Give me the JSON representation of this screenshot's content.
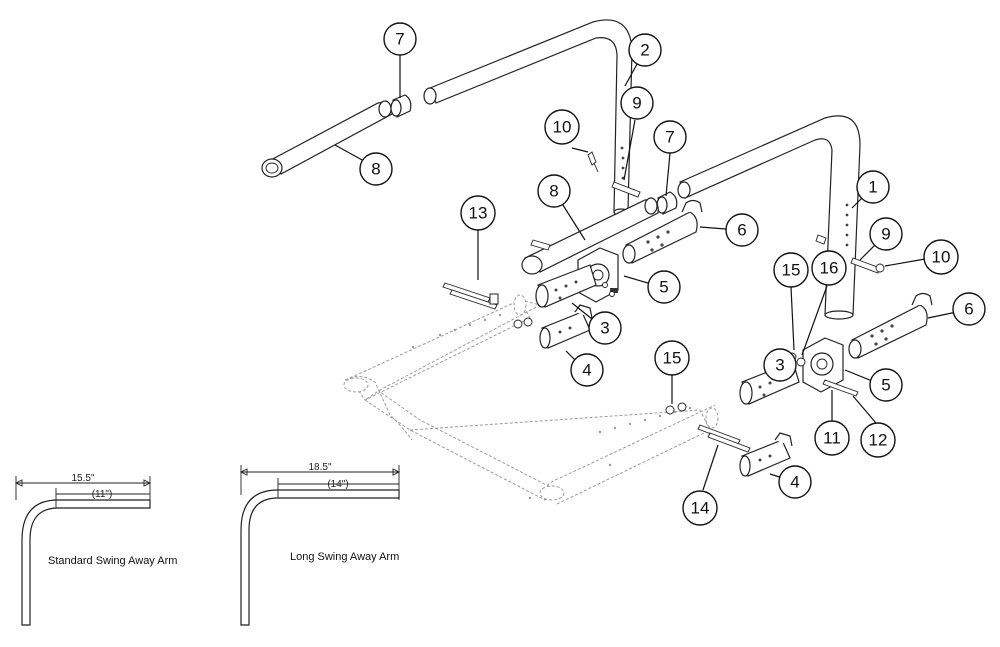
{
  "callouts": [
    {
      "label": "1"
    },
    {
      "label": "2"
    },
    {
      "label": "3"
    },
    {
      "label": "3"
    },
    {
      "label": "4"
    },
    {
      "label": "4"
    },
    {
      "label": "5"
    },
    {
      "label": "5"
    },
    {
      "label": "6"
    },
    {
      "label": "6"
    },
    {
      "label": "7"
    },
    {
      "label": "7"
    },
    {
      "label": "8"
    },
    {
      "label": "8"
    },
    {
      "label": "9"
    },
    {
      "label": "9"
    },
    {
      "label": "10"
    },
    {
      "label": "10"
    },
    {
      "label": "11"
    },
    {
      "label": "12"
    },
    {
      "label": "13"
    },
    {
      "label": "14"
    },
    {
      "label": "15"
    },
    {
      "label": "15"
    },
    {
      "label": "16"
    }
  ],
  "arms": {
    "standard": {
      "overall": "15.5\"",
      "inner": "(11\")",
      "caption": "Standard Swing Away Arm"
    },
    "long": {
      "overall": "18.5\"",
      "inner": "(14\")",
      "caption": "Long Swing Away Arm"
    }
  }
}
